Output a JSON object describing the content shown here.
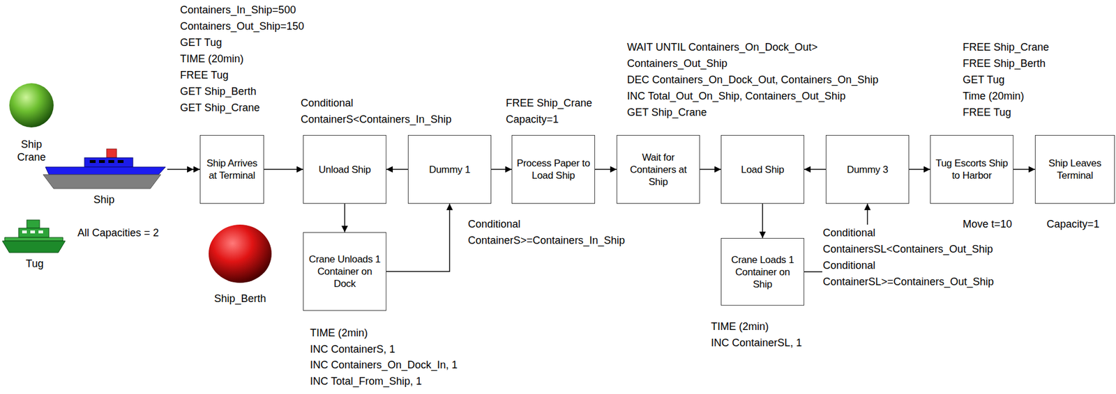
{
  "diagram": {
    "nodes": [
      {
        "text": [
          "Ship Crane"
        ]
      },
      {
        "text": [
          "Ship"
        ]
      },
      {
        "text": [
          "Tug"
        ]
      },
      {
        "text": [
          "Ship Arrives at Terminal"
        ]
      },
      {
        "text": [
          "Unload Ship"
        ]
      },
      {
        "text": [
          "Dummy 1"
        ]
      },
      {
        "text": [
          "Crane Unloads 1 Container on Dock"
        ]
      },
      {
        "text": [
          "Ship_Berth"
        ]
      },
      {
        "text": [
          "Process Paper to Load Ship"
        ]
      },
      {
        "text": [
          "Wait for Containers at Ship"
        ]
      },
      {
        "text": [
          "Load Ship"
        ]
      },
      {
        "text": [
          "Dummy 3"
        ]
      },
      {
        "text": [
          "Crane Loads 1 Container on Ship"
        ]
      },
      {
        "text": [
          "Tug Escorts Ship to Harbor"
        ]
      },
      {
        "text": [
          "Ship Leaves Terminal"
        ]
      }
    ],
    "edges": [
      {
        "from": 1,
        "to": 3,
        "arrow": "to"
      },
      {
        "from": 3,
        "to": 4,
        "arrow": "to"
      },
      {
        "from": 5,
        "to": 4,
        "arrow": "to"
      },
      {
        "from": 4,
        "to": 6,
        "arrow": "to"
      },
      {
        "from": 6,
        "to": 5,
        "arrow": "to"
      },
      {
        "from": 5,
        "to": 8,
        "arrow": "to"
      },
      {
        "from": 8,
        "to": 9,
        "arrow": "to"
      },
      {
        "from": 9,
        "to": 10,
        "arrow": "to"
      },
      {
        "from": 11,
        "to": 10,
        "arrow": "to"
      },
      {
        "from": 10,
        "to": 12,
        "arrow": "to"
      },
      {
        "from": 12,
        "to": 11,
        "arrow": "to"
      },
      {
        "from": 11,
        "to": 13,
        "arrow": "to"
      },
      {
        "from": 13,
        "to": 14,
        "arrow": "to"
      }
    ],
    "labels": [
      "Containers_In_Ship=500",
      "Containers_Out_Ship=150",
      "GET Tug",
      "TIME (20min)",
      "FREE Tug",
      "GET Ship_Berth",
      "GET Ship_Crane",
      "Conditional",
      "ContainerS<Containers_In_Ship",
      "FREE Ship_Crane",
      "Capacity=1",
      "Conditional",
      "ContainerS>=Containers_In_Ship",
      "WAIT UNTIL Containers_On_Dock_Out>",
      "Containers_Out_Ship",
      "DEC Containers_On_Dock_Out, Containers_On_Ship",
      "INC Total_Out_On_Ship, Containers_Out_Ship",
      "GET Ship_Crane",
      "FREE Ship_Crane",
      "FREE Ship_Berth",
      "GET Tug",
      "Time (20min)",
      "FREE Tug",
      "TIME (2min)",
      "INC ContainerS, 1",
      "INC Containers_On_Dock_In, 1",
      "INC Total_From_Ship, 1",
      "TIME (2min)",
      "INC ContainerSL, 1",
      "Conditional",
      "ContainersSL<Containers_Out_Ship",
      "Conditional",
      "ContainerSL>=Containers_Out_Ship",
      "Move t=10",
      "Capacity=1",
      "All Capacities = 2"
    ]
  }
}
